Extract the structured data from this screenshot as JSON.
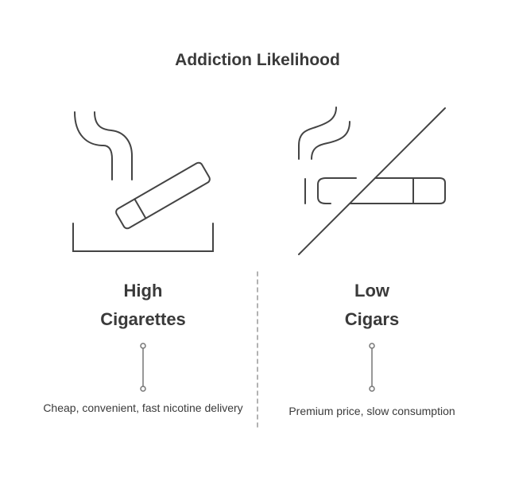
{
  "title": "Addiction Likelihood",
  "columns": [
    {
      "level": "High",
      "product": "Cigarettes",
      "description": "Cheap, convenient, fast nicotine delivery",
      "icon": "smoking-cigarette-ashtray-icon"
    },
    {
      "level": "Low",
      "product": "Cigars",
      "description": "Premium price, slow consumption",
      "icon": "no-smoking-icon"
    }
  ],
  "colors": {
    "stroke": "#444444",
    "divider": "#999999"
  }
}
